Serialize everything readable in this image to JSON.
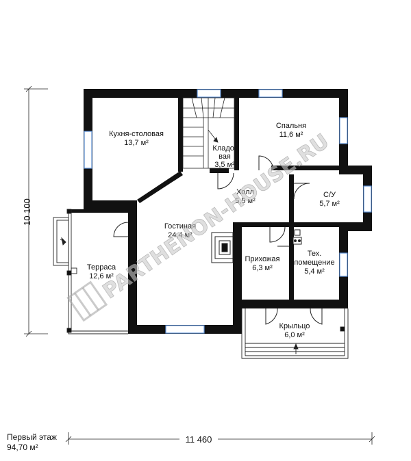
{
  "floor": {
    "name": "Первый этаж",
    "area": "94,70 м²"
  },
  "dimensions": {
    "width": "11 460",
    "height": "10 100"
  },
  "watermark": "PARTHENON-HOUSE.RU",
  "rooms": {
    "kitchen": {
      "name": "Кухня-столовая",
      "area": "13,7 м²"
    },
    "bedroom": {
      "name": "Спальня",
      "area": "11,6 м²"
    },
    "pantry": {
      "name_line1": "Кладо-",
      "name_line2": "вая",
      "area": "3,5 м²"
    },
    "hall": {
      "name": "Холл",
      "area": "5,5 м²"
    },
    "bathroom": {
      "name": "С/У",
      "area": "5,7 м²"
    },
    "living": {
      "name": "Гостиная",
      "area": "24,4 м²"
    },
    "entrance": {
      "name": "Прихожая",
      "area": "6,3 м²"
    },
    "technical": {
      "name_line1": "Тех.",
      "name_line2": "помещение",
      "area": "5,4 м²"
    },
    "terrace": {
      "name": "Терраса",
      "area": "12,6 м²"
    },
    "porch": {
      "name": "Крыльцо",
      "area": "6,0 м²"
    }
  },
  "colors": {
    "wall": "#111111",
    "window": "#5b8fd6",
    "line": "#222222",
    "watermark": "#c9c9c9"
  }
}
